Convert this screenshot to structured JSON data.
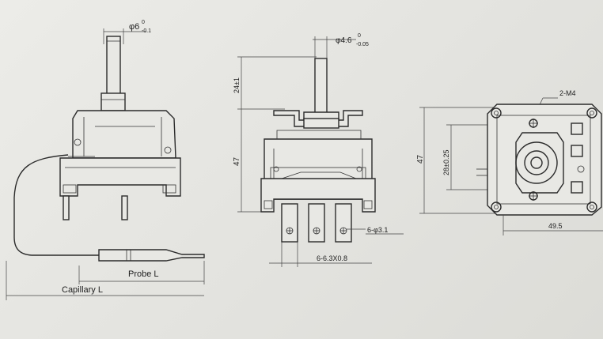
{
  "left_view": {
    "shaft_dia": "φ6",
    "shaft_tol_upper": "0",
    "shaft_tol_lower": "-0.1",
    "probe_label": "Probe L",
    "capillary_label": "Capillary L"
  },
  "front_view": {
    "shaft_dia": "φ4.6",
    "shaft_tol_upper": "0",
    "shaft_tol_lower": "-0.05",
    "height_shaft": "24±1",
    "height_body": "47",
    "hole_note": "6-φ3.1",
    "terminal_note": "6-6.3X0.8"
  },
  "back_view": {
    "thread_note": "2-M4",
    "height_total": "47",
    "hole_spacing": "28±0.25",
    "width": "49.5"
  }
}
